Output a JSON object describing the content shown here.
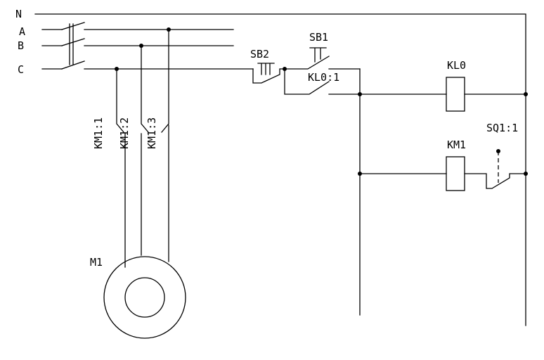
{
  "lines": {
    "n": "N",
    "a": "A",
    "b": "B",
    "c": "C"
  },
  "components": {
    "sb1": "SB1",
    "sb2": "SB2",
    "kl0_contact": "KL0:1",
    "kl0_coil": "KL0",
    "km1_coil": "KM1",
    "sq1_contact": "SQ1:1",
    "km1_contact_1": "KM1:1",
    "km1_contact_2": "KM1:2",
    "km1_contact_3": "KM1:3",
    "motor": "M1"
  }
}
